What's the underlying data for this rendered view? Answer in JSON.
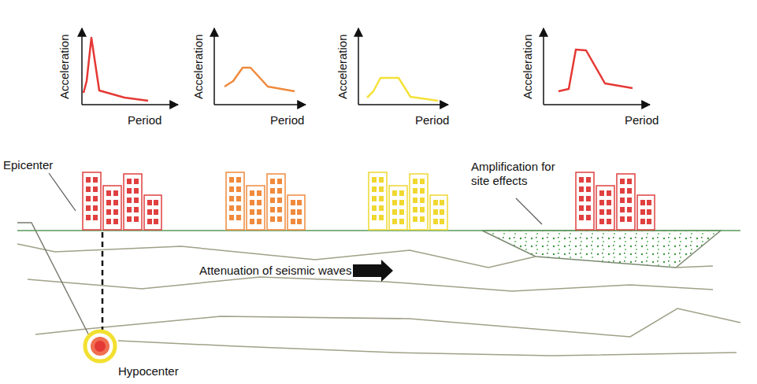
{
  "diagram": {
    "labels": [
      "Acceleration",
      "Period",
      "Acceleration",
      "Period",
      "Acceleration",
      "Period",
      "Acceleration",
      "Period",
      "Epicenter",
      "Amplification for site effects",
      "Attenuation of seismic waves",
      "Hypocenter"
    ]
  }
}
